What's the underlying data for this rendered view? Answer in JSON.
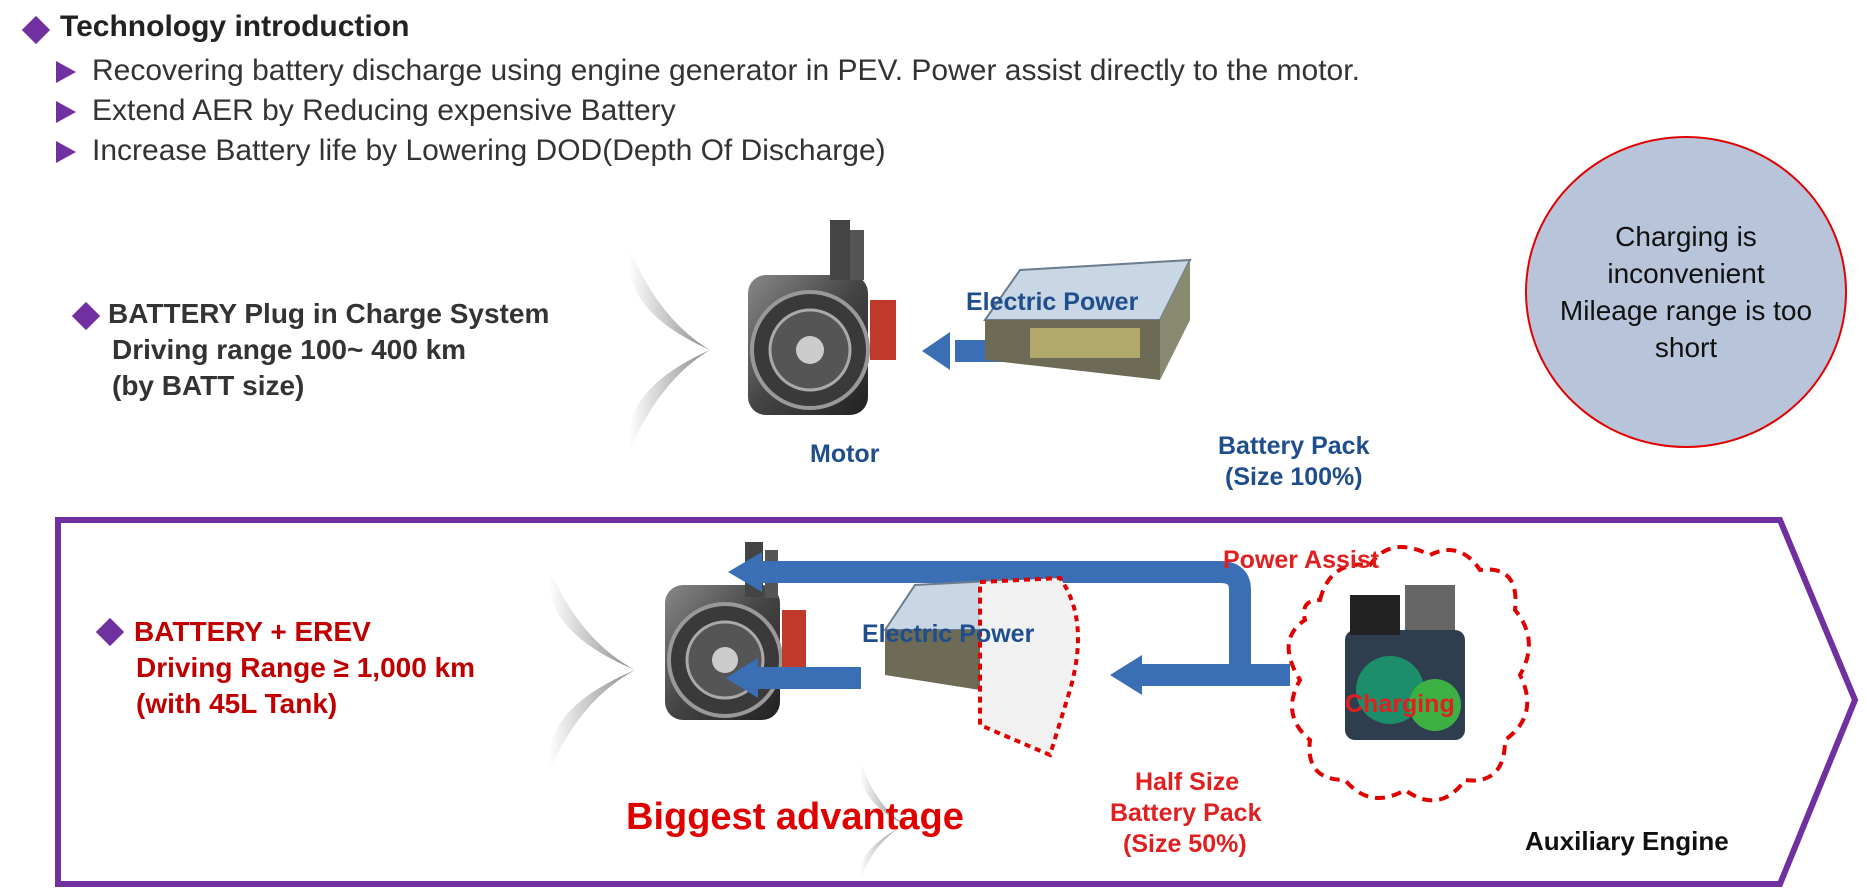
{
  "header": {
    "title": "Technology introduction",
    "bullets": [
      "Recovering battery discharge using engine generator in PEV. Power assist directly to the motor.",
      "Extend AER by Reducing expensive Battery",
      "Increase Battery life by Lowering DOD(Depth Of Discharge)"
    ]
  },
  "pev": {
    "line1": "BATTERY Plug in Charge System",
    "line2": "Driving range 100~ 400 km",
    "line3": "(by BATT size)",
    "electric_power": "Electric Power",
    "motor": "Motor",
    "battery_line1": "Battery Pack",
    "battery_line2": "(Size 100%)"
  },
  "callout": {
    "text": "Charging is\ninconvenient\nMileage range is too\nshort"
  },
  "erev": {
    "line1": "BATTERY + EREV",
    "line2": "Driving Range ≥ 1,000 km",
    "line3": "(with 45L Tank)",
    "power_assist": "Power Assist",
    "electric_power": "Electric Power",
    "charging": "Charging",
    "half_line1": "Half Size",
    "half_line2": "Battery Pack",
    "half_line3": "(Size 50%)",
    "biggest": "Biggest advantage",
    "aux_engine": "Auxiliary Engine"
  },
  "colors": {
    "accent": "#7030a0",
    "arrow": "#3a6fb5",
    "red": "#e00000"
  }
}
